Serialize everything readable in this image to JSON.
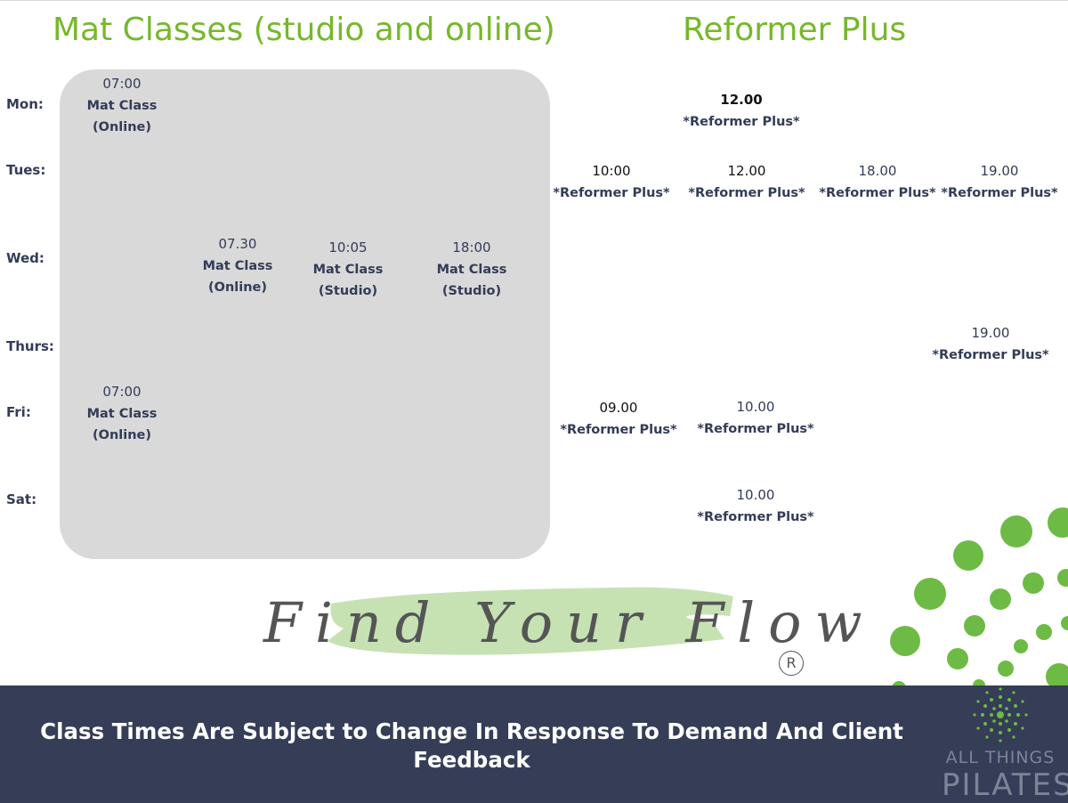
{
  "colors": {
    "heading_green": "#76b82a",
    "text_navy": "#333c57",
    "panel_grey": "#d9d9d9",
    "banner_navy": "#353d57",
    "dot_green": "#6dbb45",
    "brush_green": "#c6e2b3"
  },
  "headings": {
    "mat": "Mat Classes (studio and online)",
    "reformer": "Reformer Plus"
  },
  "days": {
    "mon": "Mon:",
    "tues": "Tues:",
    "wed": "Wed:",
    "thurs": "Thurs:",
    "fri": "Fri:",
    "sat": "Sat:"
  },
  "mat_classes": {
    "mon_0700": {
      "time": "07:00",
      "name": "Mat Class",
      "location": "(Online)"
    },
    "wed_0730": {
      "time": "07.30",
      "name": "Mat Class",
      "location": "(Online)"
    },
    "wed_1005": {
      "time": "10:05",
      "name": "Mat Class",
      "location": "(Studio)"
    },
    "wed_1800": {
      "time": "18:00",
      "name": "Mat Class",
      "location": "(Studio)"
    },
    "fri_0700": {
      "time": "07:00",
      "name": "Mat Class",
      "location": "(Online)"
    }
  },
  "reformer_classes": {
    "mon_1200": {
      "time": "12.00",
      "name": "*Reformer Plus*"
    },
    "tues_1000": {
      "time": "10:00",
      "name": "*Reformer Plus*"
    },
    "tues_1200": {
      "time": "12.00",
      "name": "*Reformer Plus*"
    },
    "tues_1800": {
      "time": "18.00",
      "name": "*Reformer Plus*"
    },
    "tues_1900": {
      "time": "19.00",
      "name": "*Reformer Plus*"
    },
    "thurs_1900": {
      "time": "19.00",
      "name": "*Reformer Plus*"
    },
    "fri_0900": {
      "time": "09.00",
      "name": "*Reformer Plus*"
    },
    "fri_1000": {
      "time": "10.00",
      "name": "*Reformer Plus*"
    },
    "sat_1000": {
      "time": "10.00",
      "name": "*Reformer Plus*"
    }
  },
  "tagline": {
    "text": "Find Your Flow",
    "mark": "R"
  },
  "banner": {
    "notice": "Class Times Are Subject to Change In Response To Demand And Client Feedback"
  },
  "logo": {
    "line1": "ALL THINGS",
    "line2": "PILATES"
  }
}
